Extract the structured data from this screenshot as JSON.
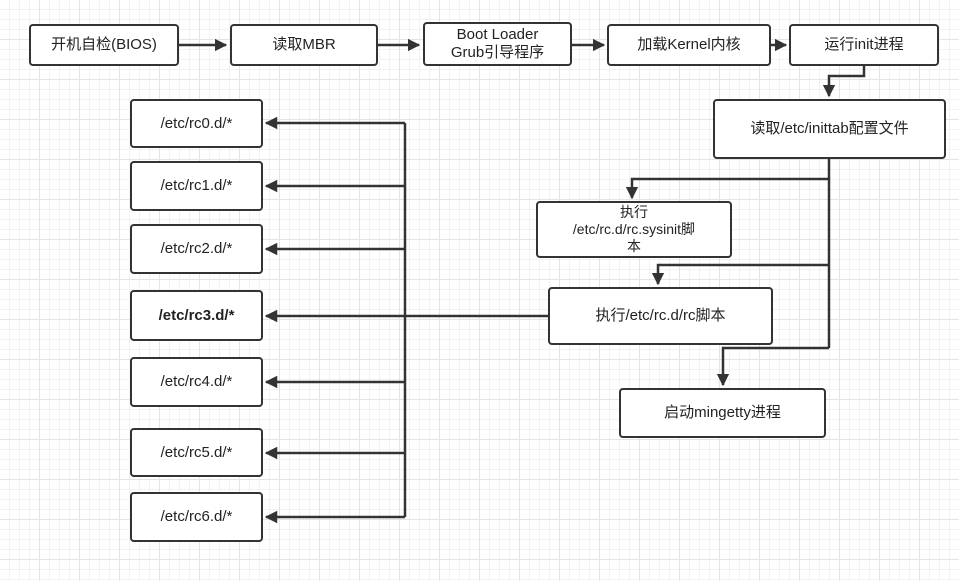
{
  "diagram": {
    "top_row": [
      {
        "id": "power-on",
        "label": "开机自检(BIOS)"
      },
      {
        "id": "read-mbr",
        "label": "读取MBR"
      },
      {
        "id": "boot-loader",
        "label": "Boot Loader\nGrub引导程序"
      },
      {
        "id": "load-kernel",
        "label": "加载Kernel内核"
      },
      {
        "id": "run-init",
        "label": "运行init进程"
      }
    ],
    "inittab": {
      "label": "读取/etc/inittab配置文件"
    },
    "sysinit": {
      "label": "执行\n/etc/rc.d/rc.sysinit脚\n本"
    },
    "rc_script": {
      "label": "执行/etc/rc.d/rc脚本"
    },
    "mingetty": {
      "label": "启动mingetty进程"
    },
    "runlevels": [
      {
        "label": "/etc/rc0.d/*",
        "emphasized": false
      },
      {
        "label": "/etc/rc1.d/*",
        "emphasized": false
      },
      {
        "label": "/etc/rc2.d/*",
        "emphasized": false
      },
      {
        "label": "/etc/rc3.d/*",
        "emphasized": true
      },
      {
        "label": "/etc/rc4.d/*",
        "emphasized": false
      },
      {
        "label": "/etc/rc5.d/*",
        "emphasized": false
      },
      {
        "label": "/etc/rc6.d/*",
        "emphasized": false
      }
    ],
    "colors": {
      "stroke": "#333333",
      "box_fill": "#ffffff",
      "text": "#222222"
    }
  }
}
